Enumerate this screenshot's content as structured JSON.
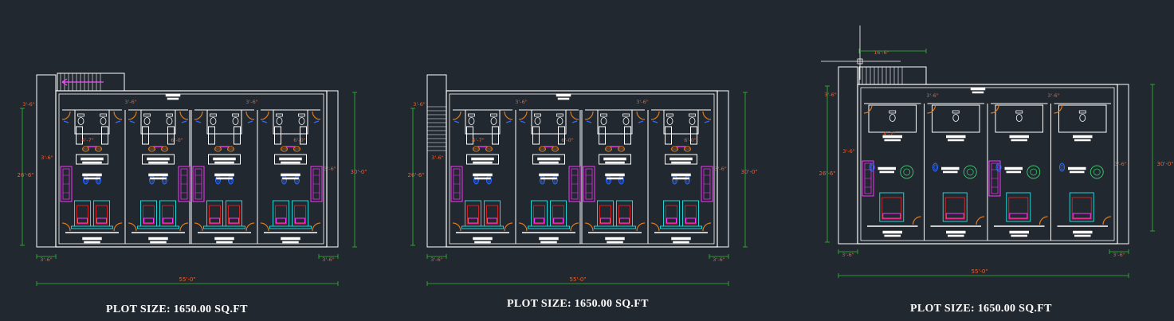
{
  "colors": {
    "background": "#212830",
    "wall": "#ffffff",
    "dimension_line": "#2fbf2f",
    "dimension_text": "#ff5a1e",
    "door": "#e07a1e",
    "furniture_magenta": "#ff33ff",
    "furniture_cyan": "#22d3d3",
    "fixture_blue": "#2e6bff",
    "plant_green": "#3bbf6b",
    "bed_red": "#cc2222",
    "stair_arrow": "#ff44ff",
    "label_plate": "#ffffff"
  },
  "plans": [
    {
      "caption": "PLOT SIZE: 1650.00 SQ.FT",
      "dims": {
        "overall_width": "55'-0\"",
        "overall_depth": "30'-0\"",
        "left_depth": "26'-6\"",
        "left_mid": "3'-6\"",
        "left_top": "3'-6\"",
        "right_mid": "3'-6\"",
        "bottom_left": "3'-6\"",
        "bottom_right": "3'-6\"",
        "top_a": "3'-6\"",
        "top_b": "3'-6\"",
        "room_a": "4'-7\"",
        "room_b": "6'-0\"",
        "room_c": "6'-0\""
      }
    },
    {
      "caption": "PLOT SIZE: 1650.00 SQ.FT",
      "dims": {
        "overall_width": "55'-0\"",
        "overall_depth": "30'-0\"",
        "left_depth": "26'-6\"",
        "left_mid": "3'-6\"",
        "left_top": "3'-6\"",
        "right_mid": "3'-6\"",
        "bottom_left": "3'-6\"",
        "bottom_right": "3'-6\"",
        "top_a": "3'-6\"",
        "top_b": "3'-6\"",
        "room_a": "4'-7\"",
        "room_b": "6'-0\"",
        "room_c": "6'-0\""
      }
    },
    {
      "caption": "PLOT SIZE: 1650.00 SQ.FT",
      "dims": {
        "overall_width": "55'-0\"",
        "overall_depth": "30'-0\"",
        "left_depth": "26'-6\"",
        "left_mid": "3'-6\"",
        "left_top": "3'-6\"",
        "right_mid": "3'-6\"",
        "bottom_left": "3'-6\"",
        "bottom_right": "3'-6\"",
        "top_a": "3'-6\"",
        "top_b": "3'-6\"",
        "room_a": "4'-7\"",
        "stair_width": "16'-6\""
      }
    }
  ]
}
